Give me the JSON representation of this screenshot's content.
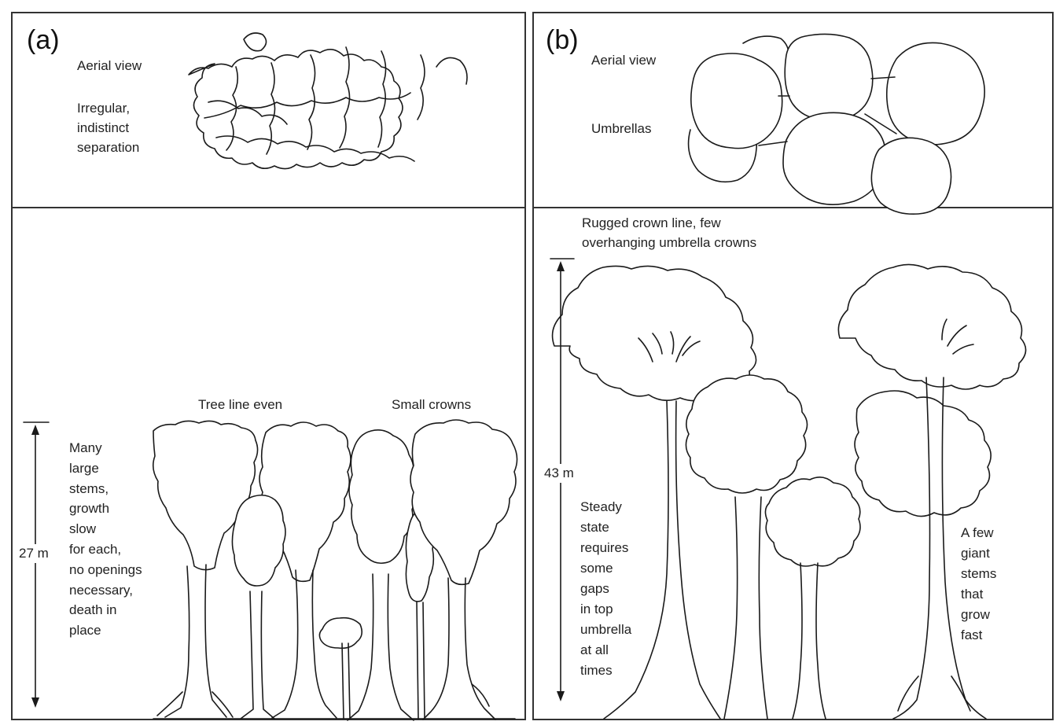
{
  "panel_a": {
    "letter": "(a)",
    "aerial_label": "Aerial view",
    "aerial_description": "Irregular,\nindistinct\nseparation",
    "tree_line_label": "Tree line even",
    "small_crowns_label": "Small crowns",
    "height_label": "27 m",
    "description": "Many\nlarge\nstems,\ngrowth\nslow\nfor each,\nno openings\nnecessary,\ndeath in\nplace"
  },
  "panel_b": {
    "letter": "(b)",
    "aerial_label": "Aerial view",
    "aerial_description": "Umbrellas",
    "crown_line_label": "Rugged crown line, few\noverhanging umbrella crowns",
    "height_label": "43 m",
    "steady_state_text": "Steady\nstate\nrequires\nsome\ngaps\nin top\numbrella\nat all\ntimes",
    "giant_stems_text": "A few\ngiant\nstems\nthat\ngrow\nfast"
  },
  "colors": {
    "ink": "#1a1a1a",
    "border": "#333333",
    "background": "#ffffff"
  }
}
